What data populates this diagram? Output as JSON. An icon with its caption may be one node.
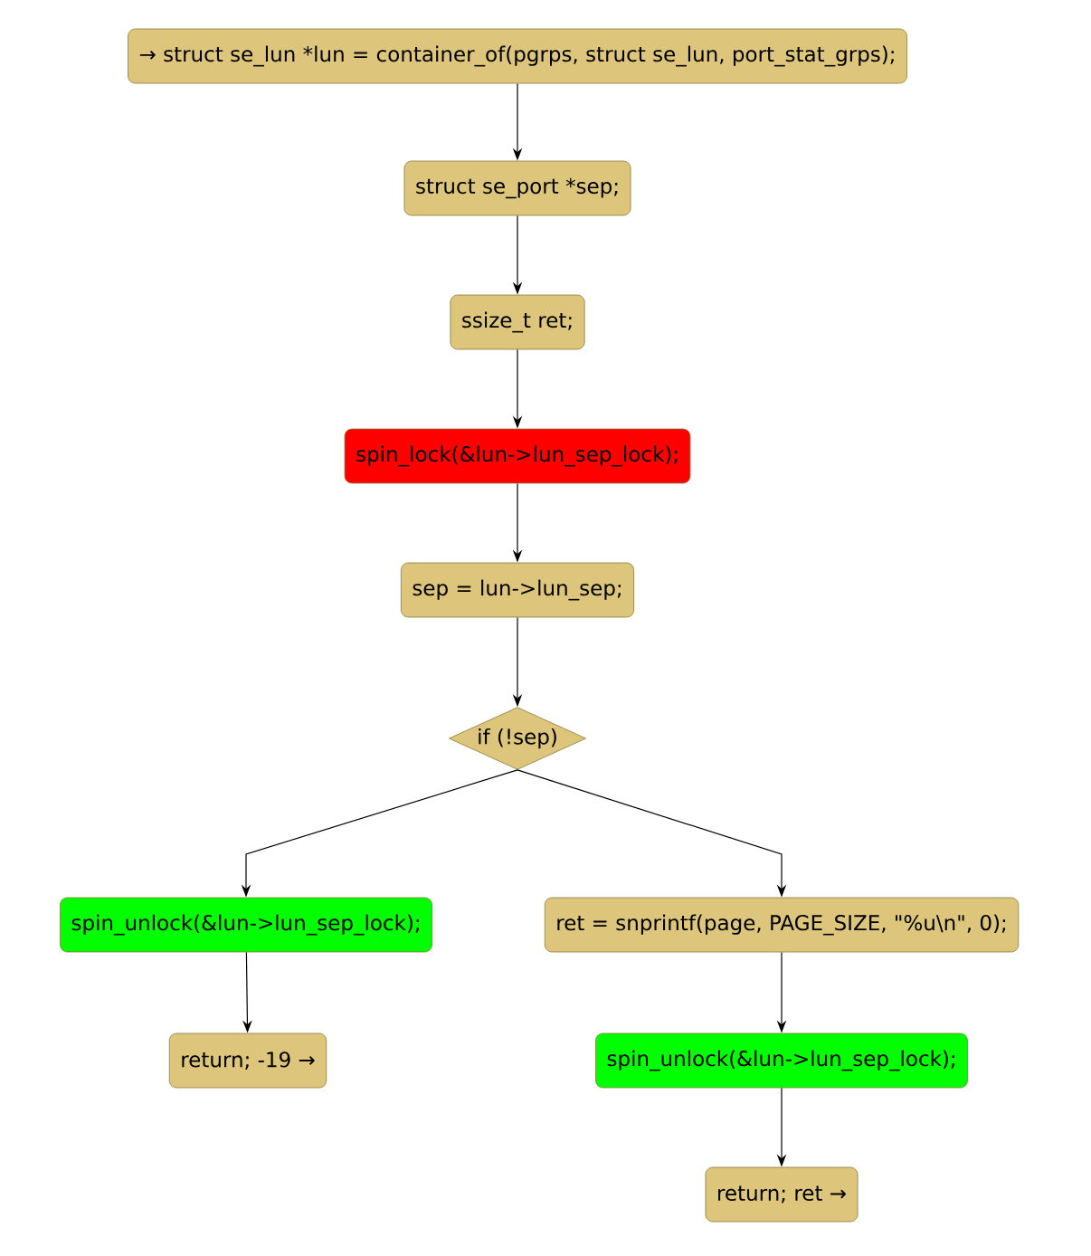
{
  "diagram": {
    "nodes": [
      {
        "text": [
          "→ struct se_lun *lun = container_of(pgrps, struct se_lun, port_stat_grps);"
        ]
      },
      {
        "text": [
          "struct se_port *sep;"
        ]
      },
      {
        "text": [
          "ssize_t ret;"
        ]
      },
      {
        "text": [
          "spin_lock(&lun->lun_sep_lock);"
        ]
      },
      {
        "text": [
          "sep = lun->lun_sep;"
        ]
      },
      {
        "text": [
          "if (!sep)"
        ]
      },
      {
        "text": [
          "spin_unlock(&lun->lun_sep_lock);"
        ]
      },
      {
        "text": [
          "ret = snprintf(page, PAGE_SIZE, \"%u\\n\", 0);"
        ]
      },
      {
        "text": [
          "return; -19 →"
        ]
      },
      {
        "text": [
          "spin_unlock(&lun->lun_sep_lock);"
        ]
      },
      {
        "text": [
          "return; ret →"
        ]
      }
    ],
    "edges": [
      {
        "from": 0,
        "to": 1,
        "arrow": "to"
      },
      {
        "from": 1,
        "to": 2,
        "arrow": "to"
      },
      {
        "from": 2,
        "to": 3,
        "arrow": "to"
      },
      {
        "from": 3,
        "to": 4,
        "arrow": "to"
      },
      {
        "from": 4,
        "to": 5,
        "arrow": "to"
      },
      {
        "from": 5,
        "to": 6,
        "arrow": "to"
      },
      {
        "from": 5,
        "to": 7,
        "arrow": "to"
      },
      {
        "from": 6,
        "to": 8,
        "arrow": "to"
      },
      {
        "from": 7,
        "to": 9,
        "arrow": "to"
      },
      {
        "from": 9,
        "to": 10,
        "arrow": "to"
      }
    ]
  }
}
